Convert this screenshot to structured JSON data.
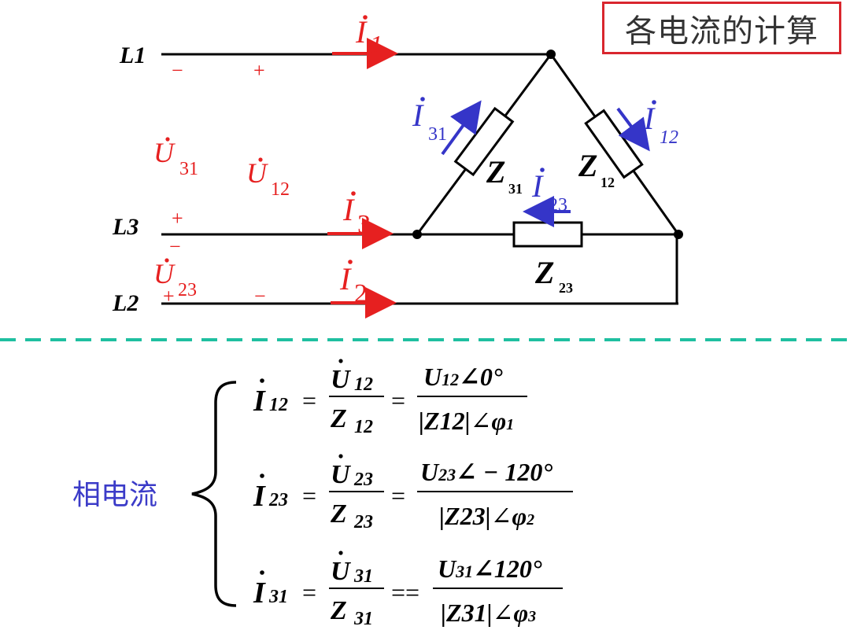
{
  "title": "各电流的计算",
  "colors": {
    "wire": "#000000",
    "red": "#e62020",
    "blue": "#3535c8",
    "dash": "#1fbfa0",
    "frame": "#d9262e"
  },
  "circuit": {
    "lines": [
      "L1",
      "L3",
      "L2"
    ],
    "line_currents": [
      {
        "sym": "I",
        "sub": "1"
      },
      {
        "sym": "I",
        "sub": "3"
      },
      {
        "sym": "I",
        "sub": "2"
      }
    ],
    "phase_currents": [
      {
        "sym": "I",
        "sub": "31"
      },
      {
        "sym": "I",
        "sub": "12"
      },
      {
        "sym": "I",
        "sub": "23"
      }
    ],
    "voltages": [
      {
        "sym": "U",
        "sub": "31"
      },
      {
        "sym": "U",
        "sub": "12"
      },
      {
        "sym": "U",
        "sub": "23"
      }
    ],
    "impedances": [
      {
        "sym": "Z",
        "sub": "31"
      },
      {
        "sym": "Z",
        "sub": "12"
      },
      {
        "sym": "Z",
        "sub": "23"
      }
    ],
    "plus": "+",
    "minus": "−"
  },
  "formulas": {
    "label": "相电流",
    "eq": "=",
    "eq_double": "==",
    "angle": "∠",
    "rows": [
      {
        "lhs": "I",
        "lhs_sub": "12",
        "num_sym": "U",
        "num_sub": "12",
        "den_sym": "Z",
        "den_sub": "12",
        "r_num_sym": "U",
        "r_num_sub": "12",
        "r_num_ang": "0°",
        "r_den_abs": "|Z12|",
        "r_den_phi": "φ",
        "r_den_phi_sub": "1"
      },
      {
        "lhs": "I",
        "lhs_sub": "23",
        "num_sym": "U",
        "num_sub": "23",
        "den_sym": "Z",
        "den_sub": "23",
        "r_num_sym": "U",
        "r_num_sub": "23",
        "r_num_ang": " − 120°",
        "r_den_abs": "|Z23|",
        "r_den_phi": "φ",
        "r_den_phi_sub": "2"
      },
      {
        "lhs": "I",
        "lhs_sub": "31",
        "num_sym": "U",
        "num_sub": "31",
        "den_sym": "Z",
        "den_sub": "31",
        "r_num_sym": "U",
        "r_num_sub": "31",
        "r_num_ang": "120°",
        "r_den_abs": "|Z31|",
        "r_den_phi": "φ",
        "r_den_phi_sub": "3"
      }
    ]
  }
}
